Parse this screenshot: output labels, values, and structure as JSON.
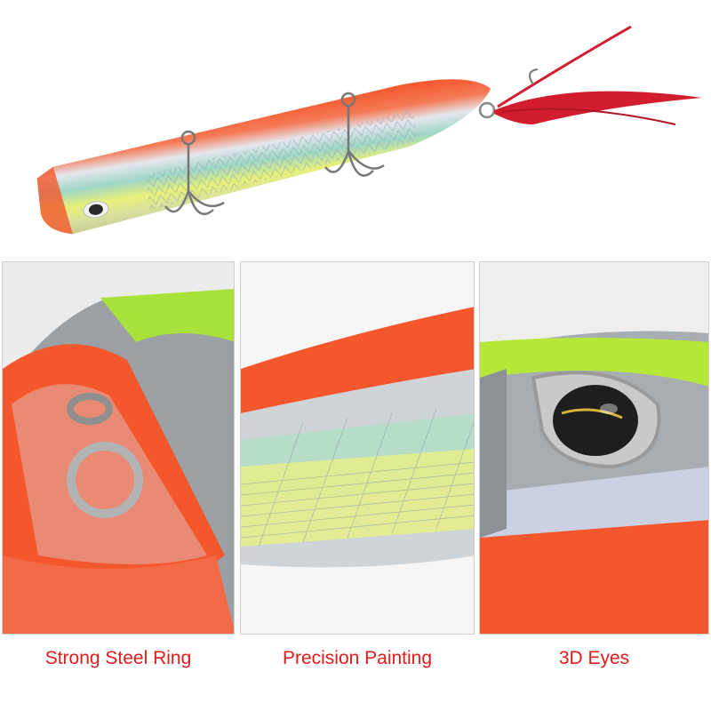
{
  "captions": {
    "ring": "Strong Steel Ring",
    "painting": "Precision Painting",
    "eyes": "3D Eyes"
  },
  "colors": {
    "caption": "#e01c1c",
    "lure_orange": "#f4572c",
    "lure_green": "#b6e83a",
    "feather": "#d11d2e"
  }
}
